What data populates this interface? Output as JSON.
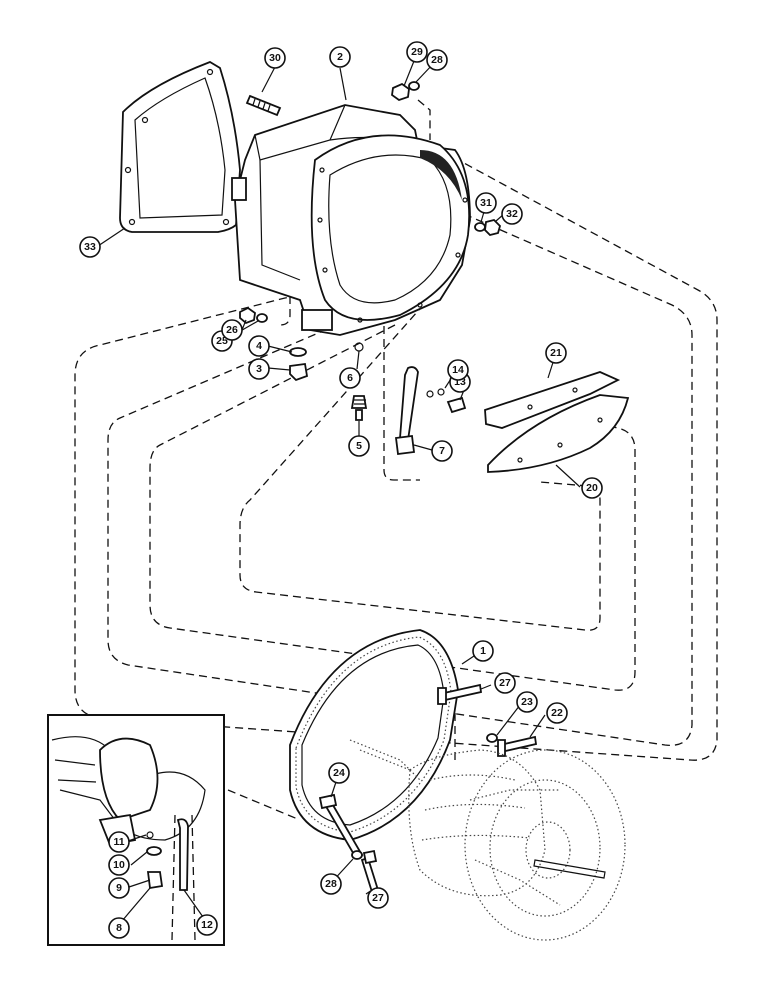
{
  "diagram": {
    "type": "exploded-parts-view",
    "colors": {
      "ink": "#111111",
      "paper": "#ffffff"
    },
    "callouts": [
      {
        "id": "c1",
        "label": "1"
      },
      {
        "id": "c2",
        "label": "2"
      },
      {
        "id": "c3",
        "label": "3"
      },
      {
        "id": "c4",
        "label": "4"
      },
      {
        "id": "c5",
        "label": "5"
      },
      {
        "id": "c6",
        "label": "6"
      },
      {
        "id": "c7",
        "label": "7"
      },
      {
        "id": "c8",
        "label": "8"
      },
      {
        "id": "c9",
        "label": "9"
      },
      {
        "id": "c10",
        "label": "10"
      },
      {
        "id": "c11",
        "label": "11"
      },
      {
        "id": "c12",
        "label": "12"
      },
      {
        "id": "c13",
        "label": "13"
      },
      {
        "id": "c14",
        "label": "14"
      },
      {
        "id": "c20",
        "label": "20"
      },
      {
        "id": "c21",
        "label": "21"
      },
      {
        "id": "c22",
        "label": "22"
      },
      {
        "id": "c23",
        "label": "23"
      },
      {
        "id": "c24",
        "label": "24"
      },
      {
        "id": "c25",
        "label": "25"
      },
      {
        "id": "c26",
        "label": "26"
      },
      {
        "id": "c27a",
        "label": "27"
      },
      {
        "id": "c27b",
        "label": "27"
      },
      {
        "id": "c28a",
        "label": "28"
      },
      {
        "id": "c28b",
        "label": "28"
      },
      {
        "id": "c29",
        "label": "29"
      },
      {
        "id": "c30",
        "label": "30"
      },
      {
        "id": "c31",
        "label": "31"
      },
      {
        "id": "c32",
        "label": "32"
      },
      {
        "id": "c33",
        "label": "33"
      }
    ]
  }
}
